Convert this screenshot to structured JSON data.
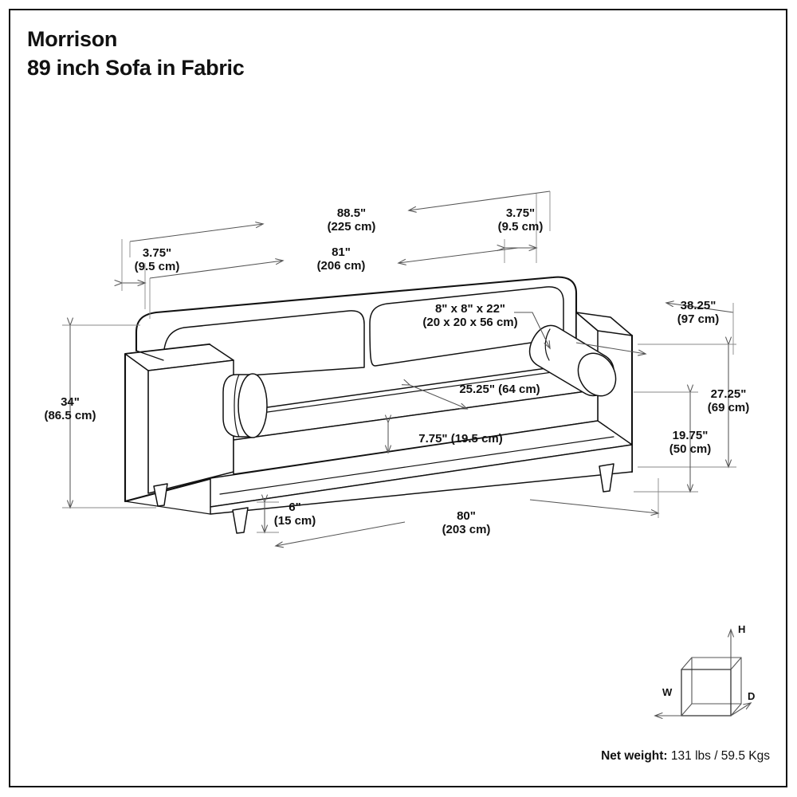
{
  "title": {
    "line1": "Morrison",
    "line2": "89 inch Sofa in Fabric"
  },
  "dimensions": {
    "overall_width": {
      "inch": "88.5\"",
      "cm": "(225 cm)"
    },
    "arm_width_right": {
      "inch": "3.75\"",
      "cm": "(9.5 cm)"
    },
    "inner_width": {
      "inch": "81\"",
      "cm": "(206 cm)"
    },
    "arm_width_left": {
      "inch": "3.75\"",
      "cm": "(9.5 cm)"
    },
    "overall_height": {
      "inch": "34\"",
      "cm": "(86.5 cm)"
    },
    "overall_depth": {
      "inch": "38.25\"",
      "cm": "(97 cm)"
    },
    "arm_height": {
      "inch": "27.25\"",
      "cm": "(69 cm)"
    },
    "seat_height": {
      "inch": "19.75\"",
      "cm": "(50 cm)"
    },
    "seat_depth": {
      "inch": "25.25\" (64 cm)"
    },
    "seat_cushion_thickness": {
      "inch": "7.75\" (19.5 cm)"
    },
    "leg_height": {
      "inch": "6\"",
      "cm": "(15 cm)"
    },
    "base_width": {
      "inch": "80\"",
      "cm": "(203 cm)"
    },
    "bolster_pillow": {
      "inch": "8\" x 8\" x 22\"",
      "cm": "(20 x 20 x 56 cm)"
    }
  },
  "legend": {
    "height_label": "H",
    "width_label": "W",
    "depth_label": "D"
  },
  "footer": {
    "net_weight_label": "Net weight:",
    "net_weight_value": "131 lbs / 59.5 Kgs"
  },
  "colors": {
    "ink": "#111111",
    "dimension": "#555555",
    "extension": "#888888",
    "background": "#ffffff"
  }
}
